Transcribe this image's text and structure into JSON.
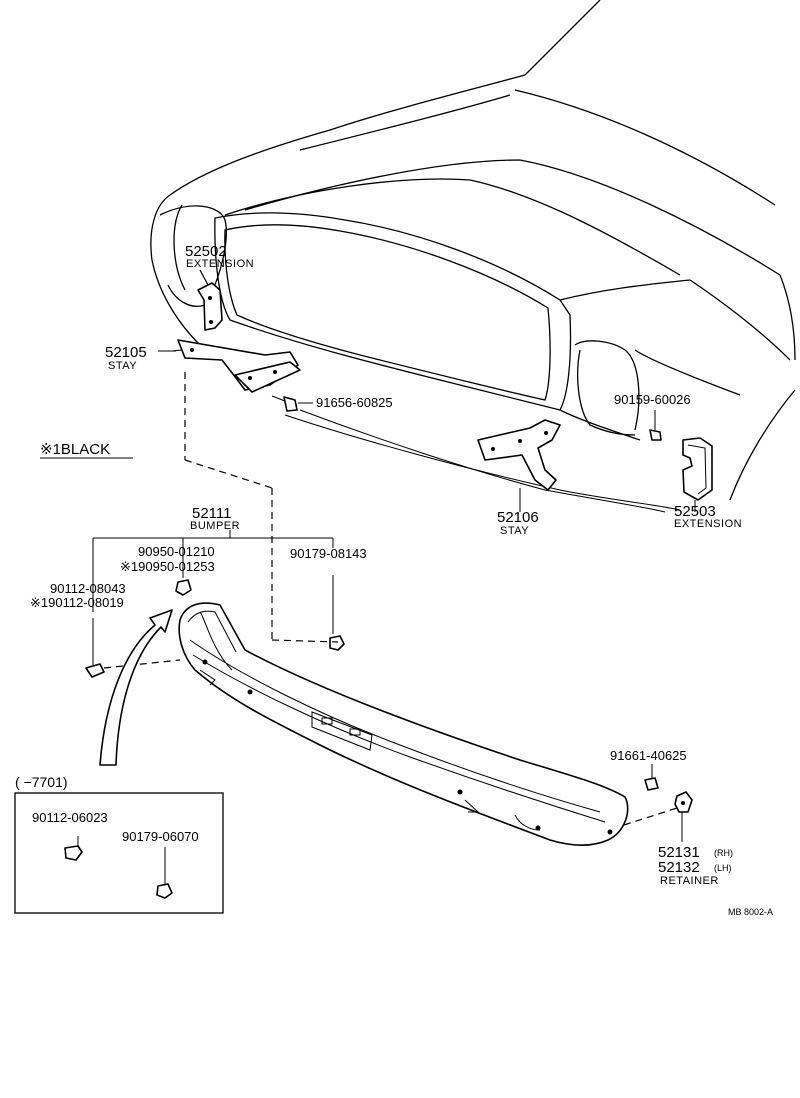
{
  "legend": {
    "note_black": "※1BLACK",
    "range_note": "(     −7701)",
    "catalog_code": "MB 8002-A"
  },
  "parts": {
    "ext_left": {
      "number": "52502",
      "name": "EXTENSION"
    },
    "stay_left": {
      "number": "52105",
      "name": "STAY"
    },
    "bolt_stay": {
      "number": "91656-60825"
    },
    "clip_right": {
      "number": "90159-60026"
    },
    "stay_right": {
      "number": "52106",
      "name": "STAY"
    },
    "ext_right": {
      "number": "52503",
      "name": "EXTENSION"
    },
    "bumper": {
      "number": "52111",
      "name": "BUMPER"
    },
    "nut_a": {
      "number": "90950-01210",
      "alt": "※190950-01253"
    },
    "nut_b": {
      "number": "90179-08143"
    },
    "bolt_a": {
      "number": "90112-08043",
      "alt": "※190112-08019"
    },
    "bolt_b": {
      "number": "91661-40625"
    },
    "retainer": {
      "number_rh": "52131",
      "tag_rh": "(RH)",
      "number_lh": "52132",
      "tag_lh": "(LH)",
      "name": "RETAINER"
    },
    "inset_bolt": {
      "number": "90112-06023"
    },
    "inset_nut": {
      "number": "90179-06070"
    }
  }
}
